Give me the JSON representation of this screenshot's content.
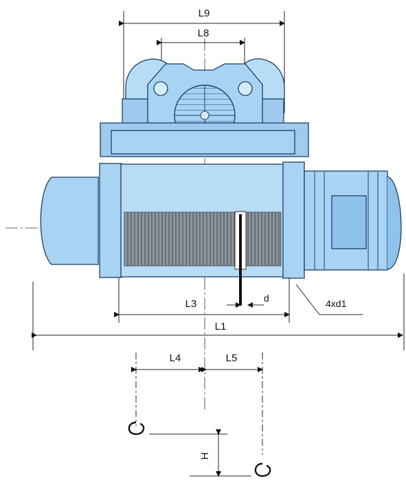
{
  "colors": {
    "body_blue": "#a9d3f2",
    "dark_blue": "#1b3f66",
    "light_blue": "#d7ecfb",
    "rope_gray": "#6f7a82",
    "line": "#222222"
  },
  "labels": {
    "l9": "L9",
    "l8": "L8",
    "l3": "L3",
    "d": "d",
    "holes": "4xd1",
    "l1": "L1",
    "l4": "L4",
    "l5": "L5",
    "h": "H"
  }
}
